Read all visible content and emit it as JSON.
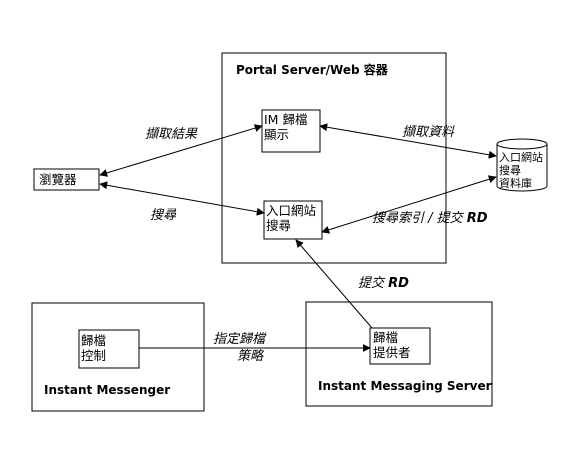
{
  "diagram": {
    "containers": {
      "portal": "Portal Server/Web 容器",
      "messenger": "Instant Messenger",
      "server": "Instant Messaging Server"
    },
    "nodes": {
      "browser": "瀏覽器",
      "im_display": [
        "IM 歸檔",
        "顯示"
      ],
      "search": [
        "入口網站",
        "搜尋"
      ],
      "database": [
        "入口網站",
        "搜尋",
        "資料庫"
      ],
      "archive_control": [
        "歸檔",
        "控制"
      ],
      "archive_provider": [
        "歸檔",
        "提供者"
      ]
    },
    "edges": {
      "fetch_results": "擷取結果",
      "search": "搜尋",
      "fetch_data": "擷取資料",
      "search_index_prefix": "搜尋索引 / 提交 ",
      "submit_prefix": "提交 ",
      "rd": "RD",
      "archive_policy": [
        "指定歸檔",
        "策略"
      ]
    }
  }
}
